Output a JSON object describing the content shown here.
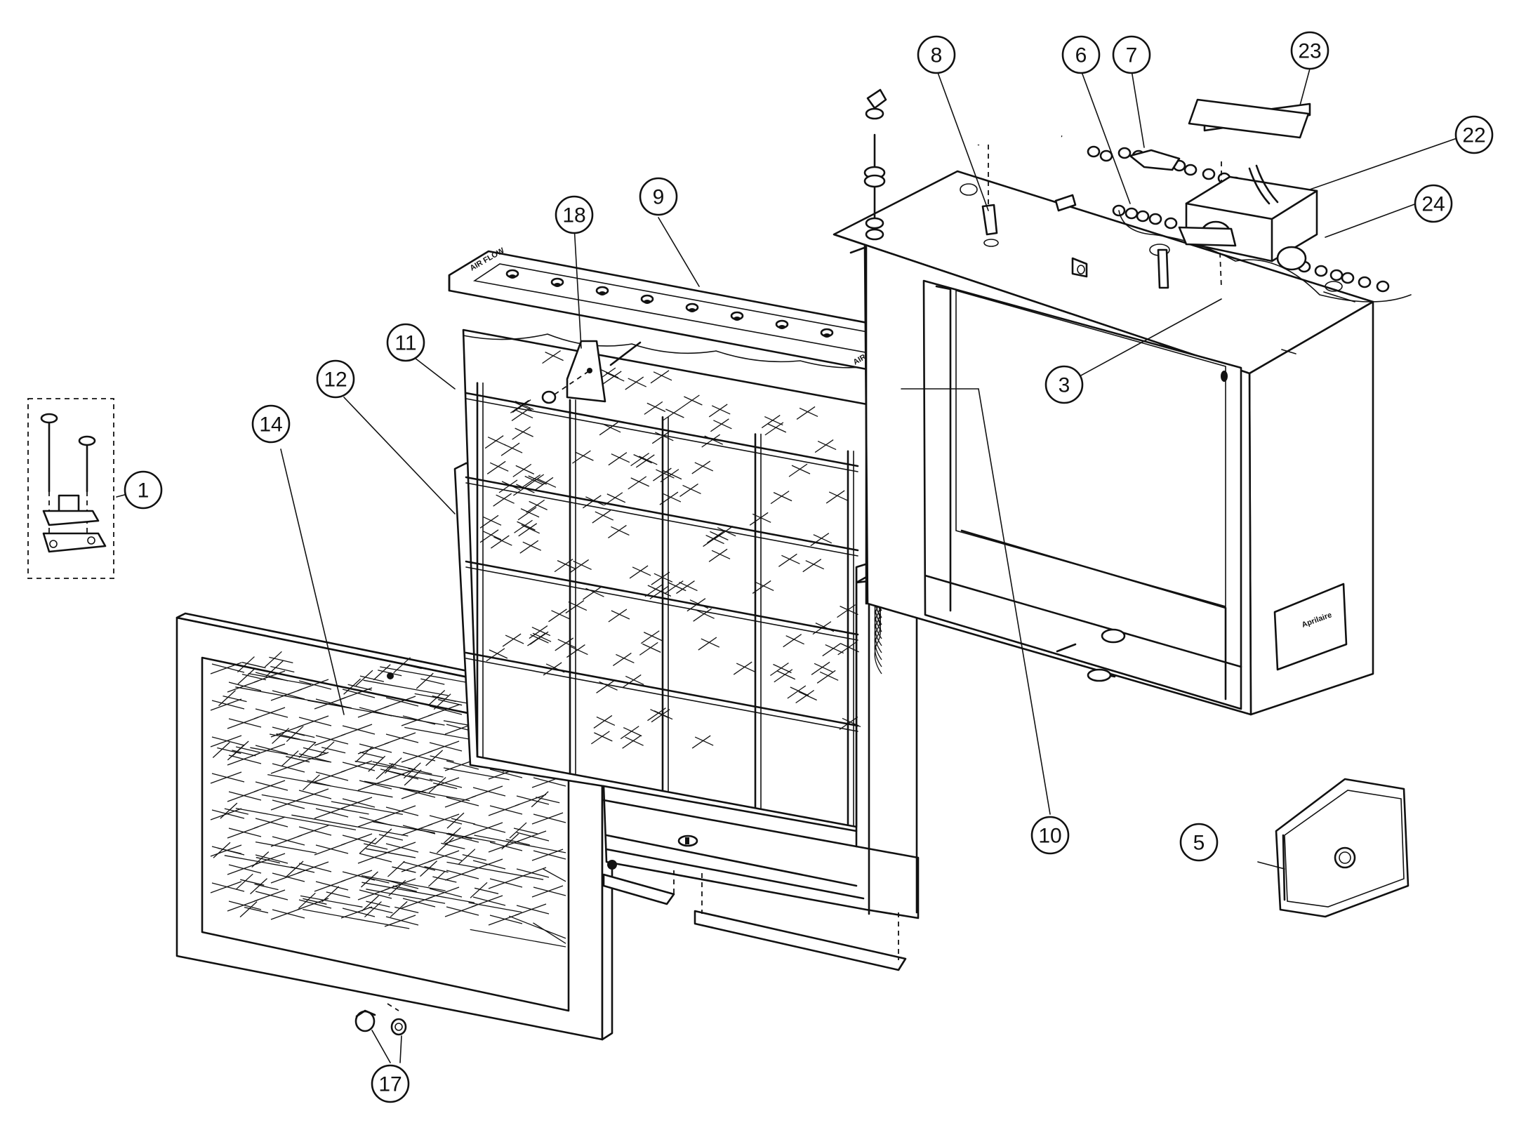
{
  "diagram": {
    "callouts": [
      {
        "id": "c1",
        "label": "1"
      },
      {
        "id": "c3",
        "label": "3"
      },
      {
        "id": "c5",
        "label": "5"
      },
      {
        "id": "c6",
        "label": "6"
      },
      {
        "id": "c7",
        "label": "7"
      },
      {
        "id": "c8",
        "label": "8"
      },
      {
        "id": "c9",
        "label": "9"
      },
      {
        "id": "c10",
        "label": "10"
      },
      {
        "id": "c11",
        "label": "11"
      },
      {
        "id": "c12",
        "label": "12"
      },
      {
        "id": "c14",
        "label": "14"
      },
      {
        "id": "c17",
        "label": "17"
      },
      {
        "id": "c18",
        "label": "18"
      },
      {
        "id": "c22",
        "label": "22"
      },
      {
        "id": "c23",
        "label": "23"
      },
      {
        "id": "c24",
        "label": "24"
      }
    ],
    "distributor_text": "AIR FLOW",
    "brand_text": "Aprilaire"
  }
}
